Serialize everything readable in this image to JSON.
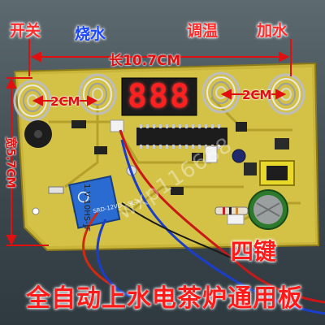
{
  "labels": {
    "power": "开关",
    "boil": "烧水",
    "temp": "调温",
    "add_water": "加水"
  },
  "dimensions": {
    "length": "长10.7CM",
    "width": "宽5.7CM",
    "spacing_left": "2CM",
    "spacing_right": "2CM"
  },
  "display": {
    "digits": "888"
  },
  "watermark": "wxp116688",
  "captions": {
    "key_count": "四键",
    "title": "全自动上水电茶炉通用板"
  },
  "board_text": {
    "model": "1.V 10HS-JF",
    "relay": "SRD-12VDC-SL-A"
  }
}
